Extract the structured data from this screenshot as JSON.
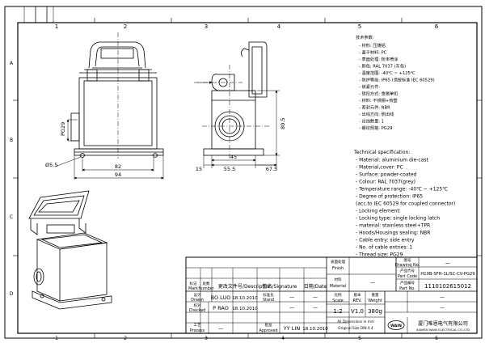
{
  "frame": {
    "top_zones": [
      "1",
      "2",
      "3",
      "4",
      "5",
      "6"
    ],
    "bottom_zones": [
      "1",
      "2",
      "3",
      "4",
      "5",
      "6"
    ],
    "side_zones": [
      "A",
      "B",
      "C",
      "D"
    ]
  },
  "dims": {
    "front": {
      "pg": "PG29",
      "width_outer": "94",
      "width_mid": "82",
      "hole": "Ø5.5"
    },
    "side": {
      "height": "80.5",
      "d45": "45",
      "d55": "55.5",
      "d67": "67.5",
      "d15": "15"
    }
  },
  "spec_cn": {
    "title": "技术参数:",
    "items": [
      "- 材料: 压铸铝",
      "- 盖子材料: PC",
      "- 表面处理: 粉末喷涂",
      "- 颜色: RAL 7037 (灰色)",
      "- 温度范围: -40℃ ~ +125℃",
      "- 防护等级: IP65 (须按标准 IEC 60529)",
      "- 锁紧元件:",
      "    - 锁扣方式: 金属单扣",
      "    - 材料: 不锈钢+热塑",
      "- 密封元件: NBR",
      "- 出线方向: 侧出线",
      "- 出线数量: 1",
      "- 螺纹规格: PG29"
    ]
  },
  "spec_en": {
    "title": "Technical specification:",
    "items": [
      "- Material: aluminium die-cast",
      "- Material,cover: PC",
      "- Surface: powder-coated",
      "- Colour: RAL 7037(grey)",
      "- Temperature range: -40℃ ~ +125℃",
      "- Degree of protection: IP65",
      "  (acc.to IEC 60529 for coupled connector)",
      "- Locking element:",
      "    - Locking type: single locking latch",
      "    - material: stainless steel+TPR",
      "- Hoods/Housings sealing: NBR",
      "- Cable entry: side entry",
      "- No. of cable entries: 1",
      "- Thread size: PG29"
    ]
  },
  "title_block": {
    "treatment_cn": "表面处理",
    "treatment_en": "Finish",
    "material_cn": "材料",
    "material_en": "Material",
    "drawing_no_cn": "图号",
    "drawing_no_en": "Drawing No.",
    "part_code_cn": "产品代号",
    "part_code_en": "Part Code",
    "part_code_val": "H10B-SFH-1L/SC-CV-PG29",
    "part_no_cn": "产品编号",
    "part_no_en": "Part No.",
    "part_no_val": "1110102615012",
    "dash": "—",
    "mark_cn": "标记",
    "mark_en": "Mark",
    "qty_cn": "处数",
    "qty_en": "Number",
    "change_cn": "更改文件号",
    "change_en": "Description",
    "sign_cn": "签名",
    "sign_en": "Signature",
    "date_cn": "日期",
    "date_en": "Date",
    "design_cn": "设计",
    "design_en": "Drawn",
    "design_name": "BO LUO",
    "design_date": "18.10.2010",
    "std_cn": "标准化",
    "std_en": "Stand",
    "check_cn": "校对",
    "check_en": "Checked",
    "check_name": "P RAO",
    "check_date": "18.10.2010",
    "proc_cn": "工艺",
    "proc_en": "Process",
    "approve_cn": "批准",
    "approve_en": "Approved",
    "approve_name": "YY LIN",
    "approve_date": "18.10.2010",
    "scale_cn": "比例",
    "scale_en": "Scale",
    "scale_val": "1:2",
    "version_cn": "版本",
    "version_en": "REV.",
    "version_val": "V1.0",
    "weight_cn": "重量",
    "weight_en": "Weight",
    "weight_val": "380g",
    "note1": "All Dimensions in mm",
    "note2": "Original Size DIN A 4",
    "company_cn": "厦门唯恩电气有限公司",
    "company_en": "XIAMEN WAIN ELECTRICAL CO.,LTD",
    "logo": "WAIN"
  }
}
